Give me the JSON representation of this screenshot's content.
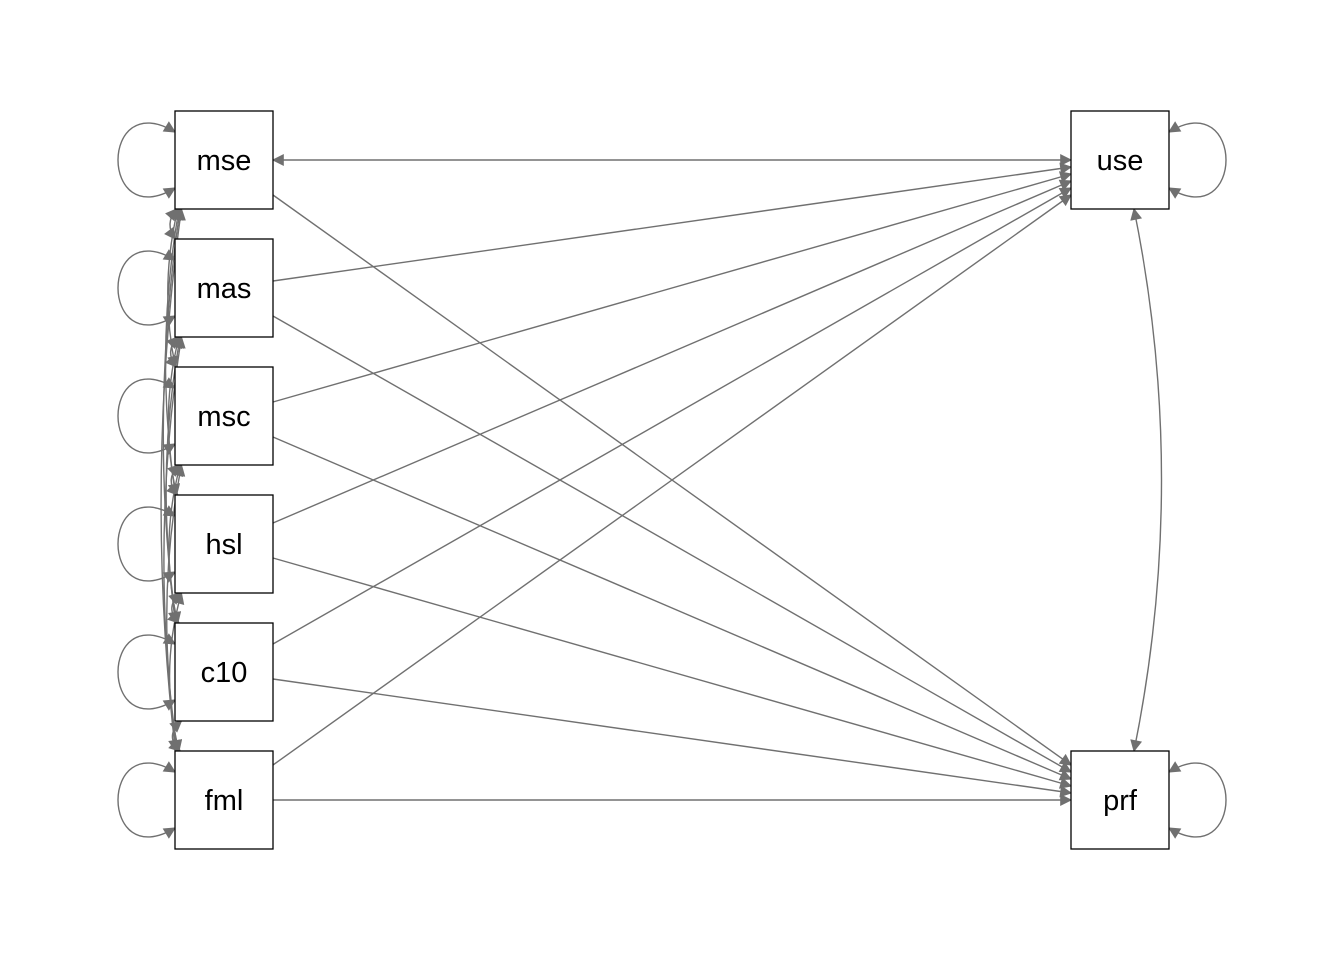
{
  "diagram": {
    "type": "path-diagram",
    "colors": {
      "edge": "#707070",
      "node_border": "#000000",
      "background": "#ffffff"
    },
    "nodes": [
      {
        "id": "mse",
        "label": "mse",
        "side": "left"
      },
      {
        "id": "mas",
        "label": "mas",
        "side": "left"
      },
      {
        "id": "msc",
        "label": "msc",
        "side": "left"
      },
      {
        "id": "hsl",
        "label": "hsl",
        "side": "left"
      },
      {
        "id": "c10",
        "label": "c10",
        "side": "left"
      },
      {
        "id": "fml",
        "label": "fml",
        "side": "left"
      },
      {
        "id": "use",
        "label": "use",
        "side": "right"
      },
      {
        "id": "prf",
        "label": "prf",
        "side": "right"
      }
    ],
    "paths": [
      {
        "from": "mse",
        "to": "use",
        "kind": "covariance"
      },
      {
        "from": "mas",
        "to": "use",
        "kind": "regression"
      },
      {
        "from": "msc",
        "to": "use",
        "kind": "regression"
      },
      {
        "from": "hsl",
        "to": "use",
        "kind": "regression"
      },
      {
        "from": "c10",
        "to": "use",
        "kind": "regression"
      },
      {
        "from": "fml",
        "to": "use",
        "kind": "regression"
      },
      {
        "from": "mse",
        "to": "prf",
        "kind": "regression"
      },
      {
        "from": "mas",
        "to": "prf",
        "kind": "regression"
      },
      {
        "from": "msc",
        "to": "prf",
        "kind": "regression"
      },
      {
        "from": "hsl",
        "to": "prf",
        "kind": "regression"
      },
      {
        "from": "c10",
        "to": "prf",
        "kind": "regression"
      },
      {
        "from": "fml",
        "to": "prf",
        "kind": "regression"
      },
      {
        "from": "use",
        "to": "prf",
        "kind": "covariance"
      }
    ],
    "variances": [
      "mse",
      "mas",
      "msc",
      "hsl",
      "c10",
      "fml",
      "use",
      "prf"
    ],
    "exogenous_covariances": true
  }
}
